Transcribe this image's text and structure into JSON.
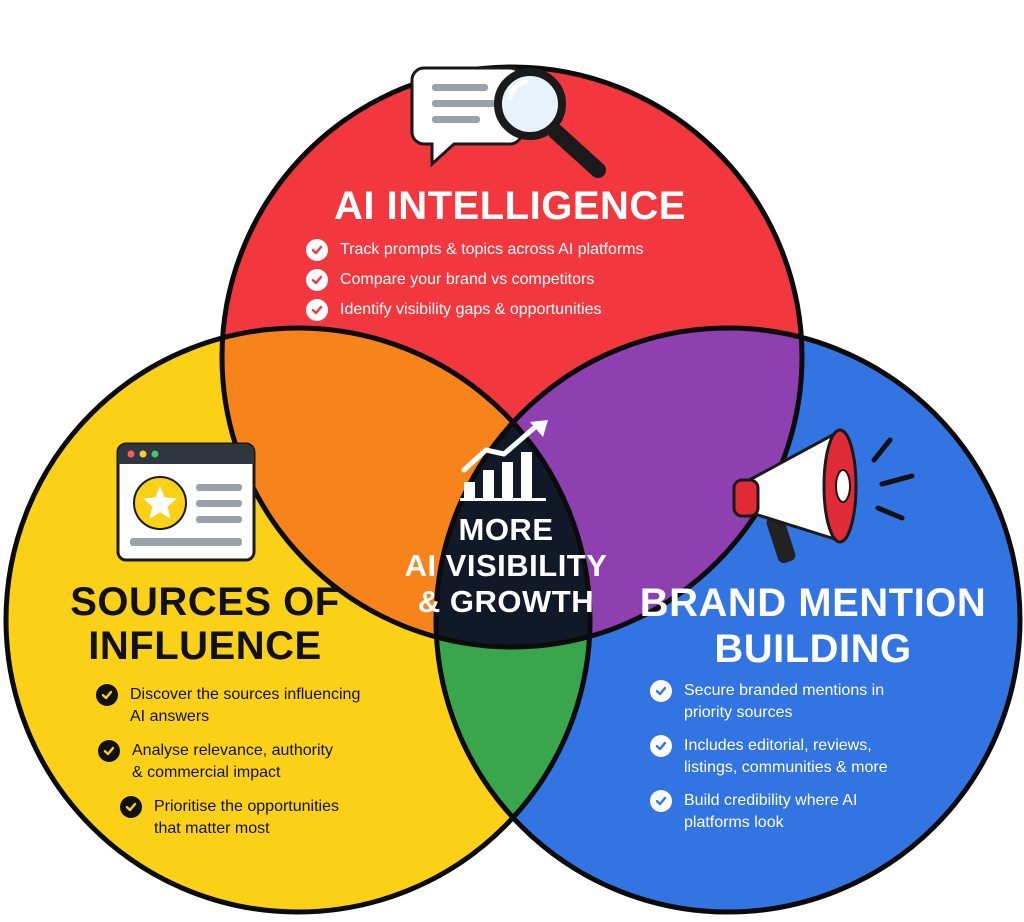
{
  "circles": {
    "red": {
      "title": "AI INTELLIGENCE",
      "color": "#f2373f",
      "icon": "chat-magnifier-icon",
      "bullets": [
        "Track prompts & topics across AI platforms",
        "Compare your brand vs competitors",
        "Identify visibility gaps & opportunities"
      ]
    },
    "yellow": {
      "title_line1": "SOURCES OF",
      "title_line2": "INFLUENCE",
      "color": "#fbd117",
      "icon": "browser-star-icon",
      "bullets": [
        {
          "line1": "Discover the sources influencing",
          "line2": "AI answers"
        },
        {
          "line1": "Analyse relevance, authority",
          "line2": "& commercial impact"
        },
        {
          "line1": "Prioritise the opportunities",
          "line2": "that matter most"
        }
      ]
    },
    "blue": {
      "title_line1": "BRAND MENTION",
      "title_line2": "BUILDING",
      "color": "#3274e1",
      "icon": "megaphone-icon",
      "bullets": [
        {
          "line1": "Secure branded mentions in",
          "line2": "priority sources"
        },
        {
          "line1": "Includes editorial, reviews,",
          "line2": "listings, communities & more"
        },
        {
          "line1": "Build credibility where AI",
          "line2": "platforms look"
        }
      ]
    }
  },
  "center": {
    "line1": "MORE",
    "line2": "AI VISIBILITY",
    "line3": "& GROWTH",
    "icon": "growth-chart-icon",
    "color": "#111827"
  },
  "overlap_colors": {
    "red_yellow": "#f7841b",
    "red_blue": "#8e3fb0",
    "yellow_blue": "#3aa64c"
  }
}
